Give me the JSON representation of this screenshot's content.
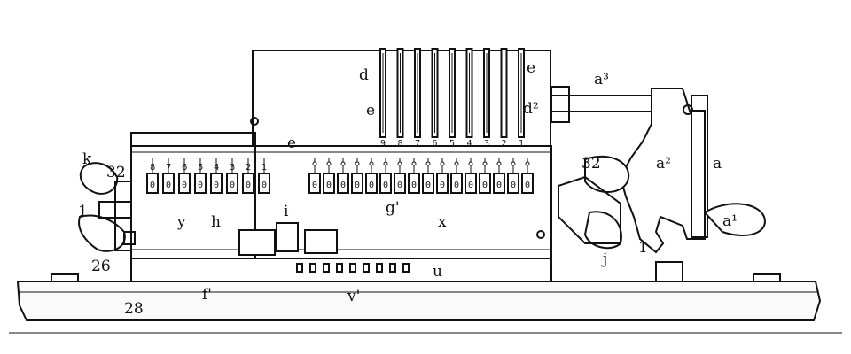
{
  "labels": {
    "d": "d",
    "e_top_right": "e",
    "e_left": "e",
    "d2": "d²",
    "a3": "a³",
    "a2": "a²",
    "a": "a",
    "a1": "a¹",
    "e_small": "e",
    "k": "k",
    "n32_left": "32",
    "n1_left": "1",
    "y": "y",
    "h": "h",
    "i": "i",
    "g1": "g'",
    "x": "x",
    "n32_right": "32",
    "j": "j",
    "n1_right": "1",
    "n26": "26",
    "n28": "28",
    "f": "f'",
    "v": "v'",
    "u": "u"
  },
  "column_digits": [
    "9",
    "8",
    "7",
    "6",
    "5",
    "4",
    "3",
    "2",
    "1"
  ],
  "left_dial_digits": [
    "8",
    "7",
    "6",
    "5",
    "4",
    "3",
    "2",
    "1"
  ],
  "result_wheels_left": [
    "0",
    "0",
    "0",
    "0",
    "0",
    "0",
    "0",
    "0"
  ],
  "result_wheels_right": [
    "0",
    "0",
    "0",
    "0",
    "0",
    "0",
    "0",
    "0",
    "0",
    "0",
    "0",
    "0",
    "0",
    "0",
    "0",
    "0"
  ],
  "palette": {
    "ink": "#111111",
    "paper": "#ffffff"
  }
}
